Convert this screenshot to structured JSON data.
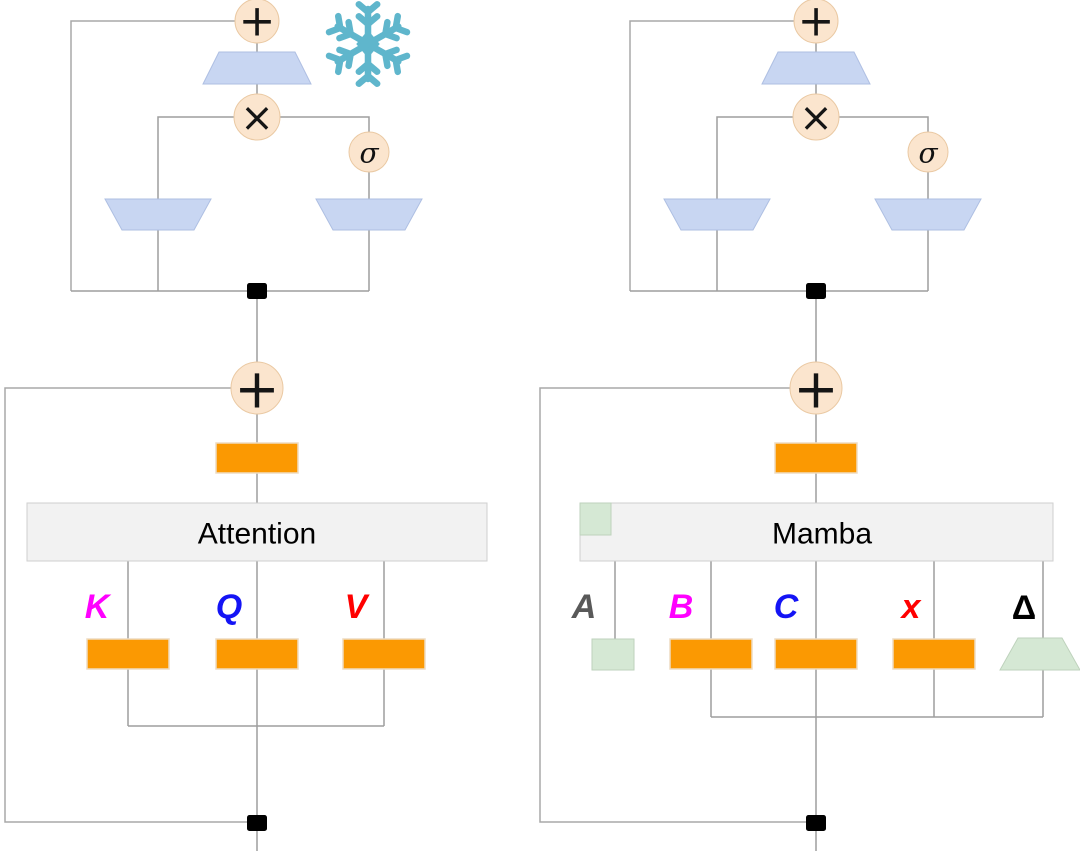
{
  "diagram": {
    "ops": {
      "add": "+",
      "multiply": "×",
      "sigmoid": "σ"
    },
    "blocks": {
      "attention": {
        "label": "Attention",
        "frozen_icon": "snowflake",
        "inputs": [
          {
            "label": "K",
            "color": "#ff00ff"
          },
          {
            "label": "Q",
            "color": "#1414f5"
          },
          {
            "label": "V",
            "color": "#ff0000"
          }
        ]
      },
      "mamba": {
        "label": "Mamba",
        "inputs": [
          {
            "label": "A",
            "color": "#595959"
          },
          {
            "label": "B",
            "color": "#ff00ff"
          },
          {
            "label": "C",
            "color": "#1414f5"
          },
          {
            "label": "x",
            "color": "#ff0000"
          },
          {
            "label": "Δ",
            "color": "#000000"
          }
        ]
      }
    },
    "colors": {
      "operator_fill": "#fbe5ce",
      "projection_blue": "#c8d6f2",
      "projection_orange": "#fb9902",
      "module_gray": "#f2f2f2",
      "ssm_green": "#d5e8d4",
      "snowflake_blue": "#5fb6cc",
      "connector_gray": "#9e9e9e"
    }
  }
}
